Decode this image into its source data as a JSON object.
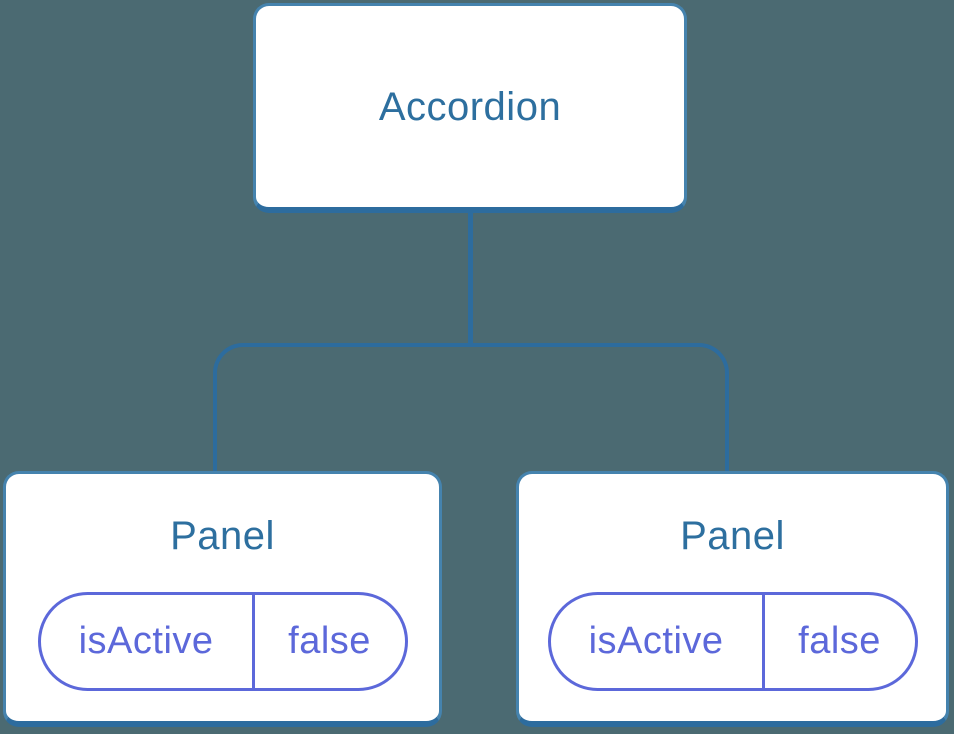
{
  "colors": {
    "background": "#4b6a72",
    "card_background": "#ffffff",
    "node_border": "#4583ae",
    "node_accent": "#2d6c9e",
    "node_label": "#2d6f9f",
    "state_accent": "#5c68da"
  },
  "tree": {
    "root": {
      "label": "Accordion"
    },
    "children": [
      {
        "label": "Panel",
        "state": {
          "key": "isActive",
          "value": "false"
        }
      },
      {
        "label": "Panel",
        "state": {
          "key": "isActive",
          "value": "false"
        }
      }
    ]
  }
}
